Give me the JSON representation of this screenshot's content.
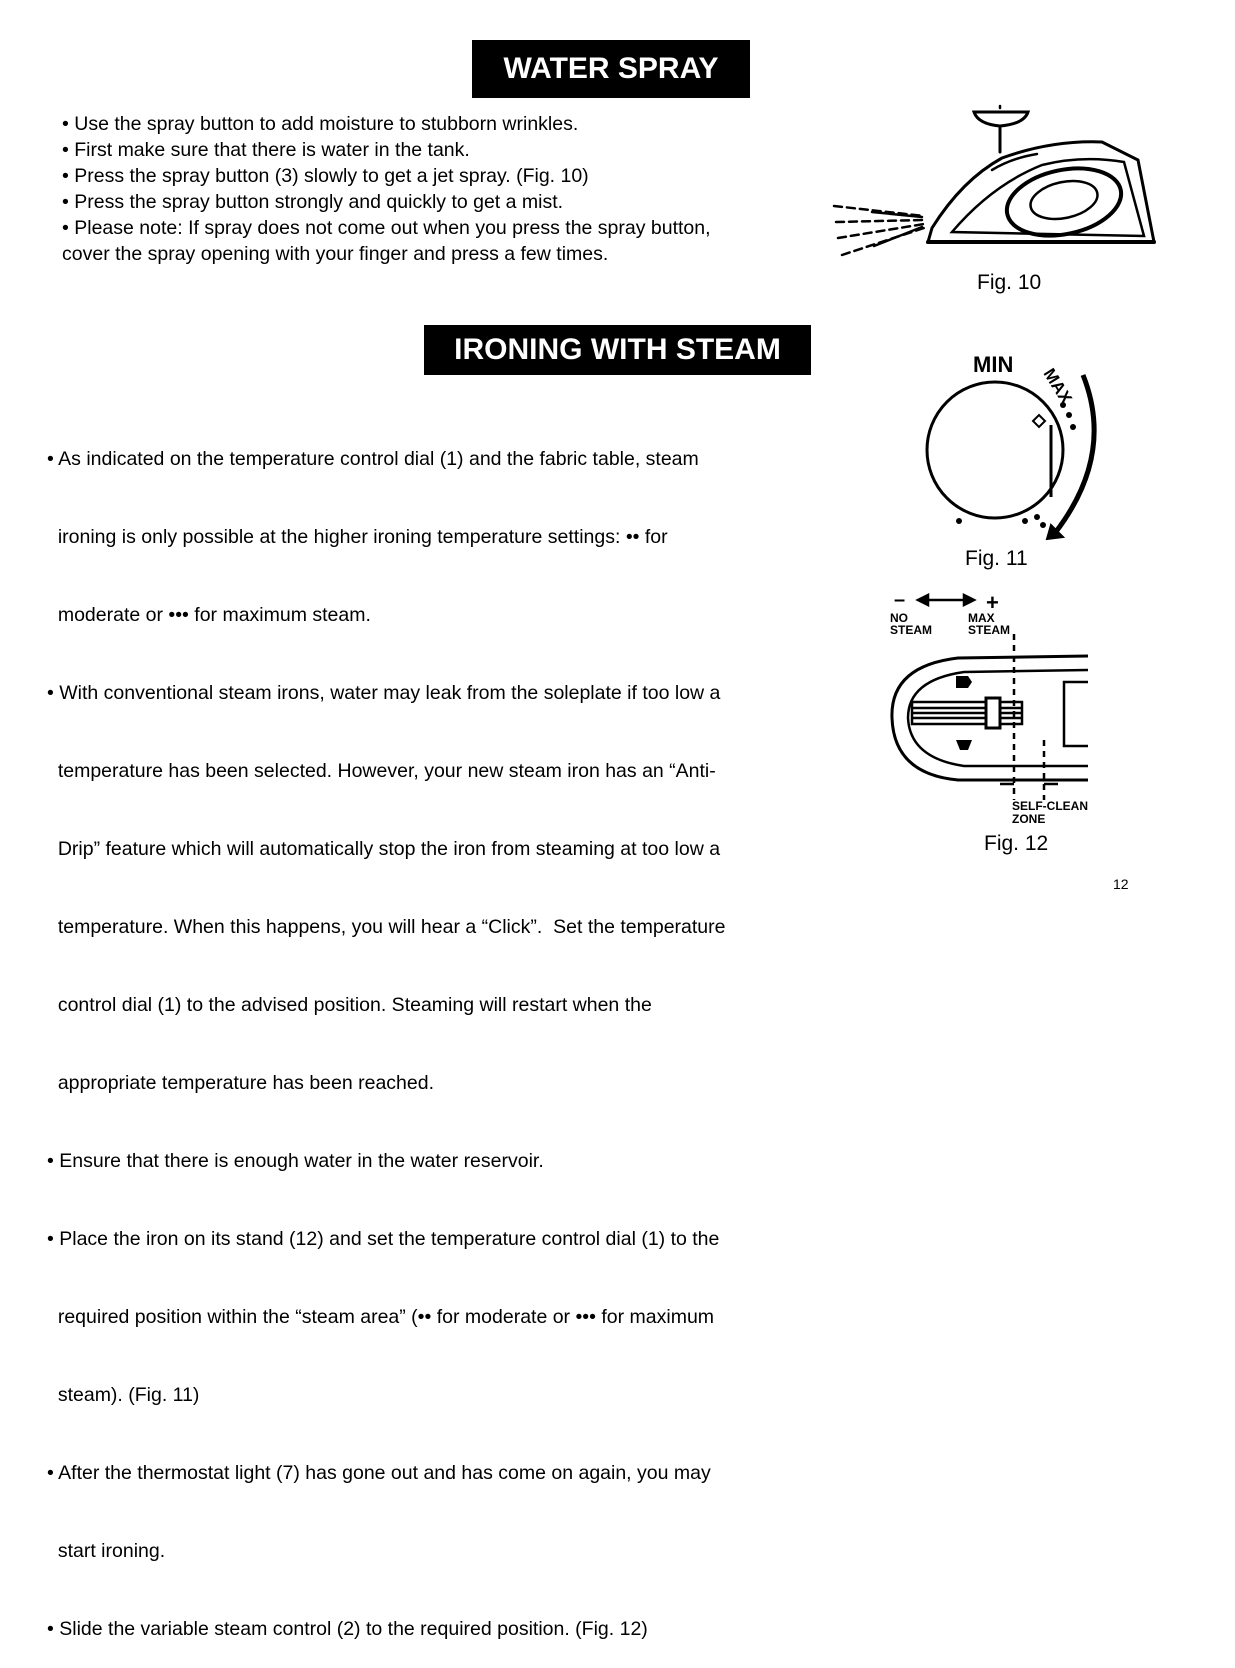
{
  "water_spray": {
    "title": "WATER SPRAY",
    "lines": [
      "• Use the spray button to add moisture to stubborn wrinkles.",
      "• First make sure that there is water in the tank.",
      "• Press the spray button (3) slowly to get a jet spray. (Fig. 10)",
      "• Press the spray button strongly and quickly to get a mist.",
      "• Please note:  If spray does not come out when you press the spray button,",
      "cover the spray opening  with your finger and press a few times."
    ]
  },
  "ironing_steam": {
    "title": "IRONING WITH STEAM",
    "lines": [
      "• As indicated on the temperature control dial (1) and the fabric table, steam",
      "  ironing is only possible at the higher ironing temperature settings: •• for",
      "  moderate or ••• for maximum steam.",
      "• With conventional steam irons, water may leak from the soleplate if too low a",
      "  temperature has been selected. However, your new steam iron has an “Anti-",
      "  Drip” feature which will automatically stop the iron from steaming at too low a",
      "  temperature. When this happens, you will hear a “Click”.  Set the temperature",
      "  control dial (1) to the advised position. Steaming will restart when the",
      "  appropriate temperature has been reached.",
      "• Ensure that there is enough water in the water reservoir.",
      "• Place the iron on its stand (12) and set the temperature control dial (1) to the",
      "  required position within the “steam area” (•• for moderate or ••• for maximum",
      "  steam). (Fig. 11)",
      "• After the thermostat light (7) has gone out and has come on again, you may",
      "  start ironing.",
      "• Slide the variable steam control (2) to the required position. (Fig. 12)"
    ]
  },
  "figures": {
    "fig10": {
      "caption": "Fig. 10"
    },
    "fig11": {
      "caption": "Fig. 11",
      "min_label": "MIN",
      "max_label": "MAX"
    },
    "fig12": {
      "caption": "Fig. 12",
      "minus": "–",
      "plus": "+",
      "no_steam": [
        "NO",
        "STEAM"
      ],
      "max_steam": [
        "MAX",
        "STEAM"
      ],
      "self_clean": [
        "SELF-CLEAN",
        "ZONE"
      ]
    }
  },
  "page_number": "12"
}
